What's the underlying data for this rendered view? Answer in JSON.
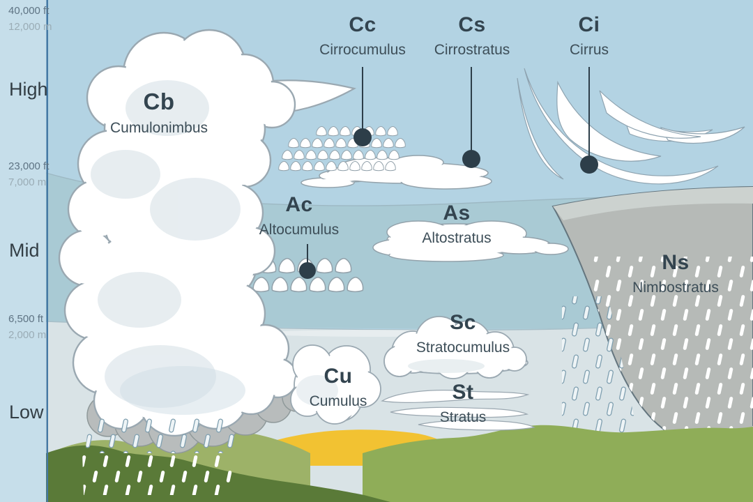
{
  "diagram": "cloud-types-by-altitude",
  "axis": {
    "levels": [
      {
        "label": "High"
      },
      {
        "label": "Mid"
      },
      {
        "label": "Low"
      }
    ],
    "altitudes": [
      {
        "ft": "40,000 ft",
        "m": "12,000 m"
      },
      {
        "ft": "23,000 ft",
        "m": "7,000 m"
      },
      {
        "ft": "6,500 ft",
        "m": "2,000 m"
      }
    ]
  },
  "clouds": [
    {
      "code": "Cb",
      "name": "Cumulonimbus"
    },
    {
      "code": "Cc",
      "name": "Cirrocumulus"
    },
    {
      "code": "Cs",
      "name": "Cirrostratus"
    },
    {
      "code": "Ci",
      "name": "Cirrus"
    },
    {
      "code": "Ac",
      "name": "Altocumulus"
    },
    {
      "code": "As",
      "name": "Altostratus"
    },
    {
      "code": "Ns",
      "name": "Nimbostratus"
    },
    {
      "code": "Sc",
      "name": "Stratocumulus"
    },
    {
      "code": "Cu",
      "name": "Cumulus"
    },
    {
      "code": "St",
      "name": "Stratus"
    }
  ],
  "colors": {
    "sky_high": "#b3d3e3",
    "sky_mid": "#a9cad4",
    "sky_low": "#d9e3e6",
    "axis_line": "#4579a4",
    "text_dark": "#33444f",
    "cloud_white": "#ffffff",
    "cloud_outline": "#9aa8b1",
    "nimbostratus_gray": "#b6bab7",
    "cb_base_gray": "#b8bcbc",
    "hill_light_green": "#9db268",
    "hill_medium_green": "#8fad58",
    "hill_dark_green": "#5a7a38",
    "field_yellow": "#f2c232",
    "leader_dot": "#2d3e49"
  }
}
